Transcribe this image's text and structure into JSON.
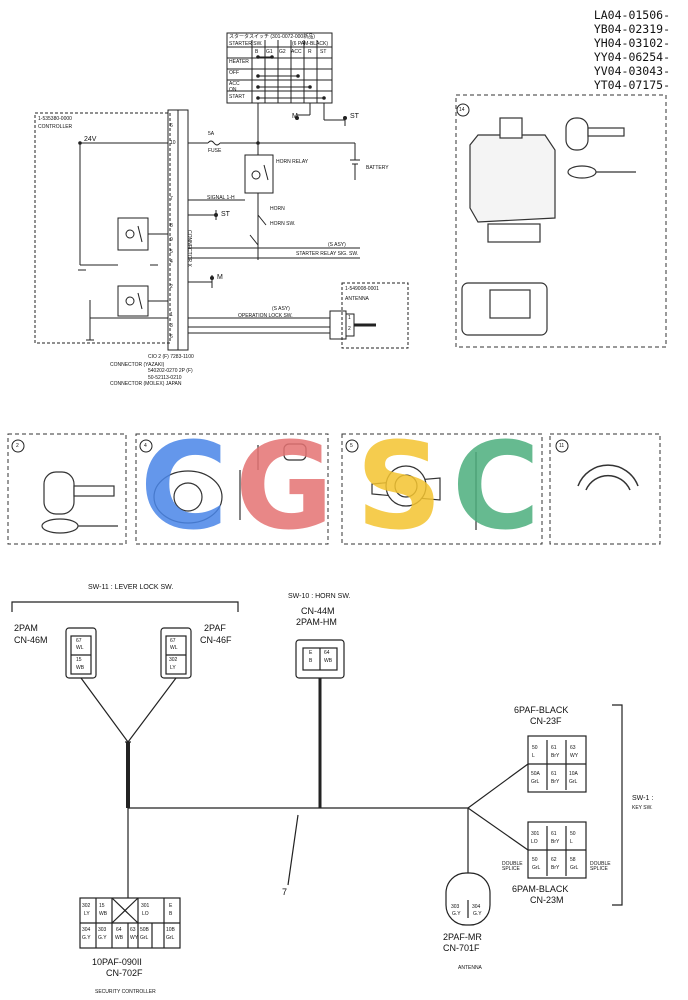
{
  "model_codes": [
    "LA04-01506-",
    "YB04-02319-",
    "YH04-03102-",
    "YY04-06254-",
    "YV04-03043-",
    "YT04-07175-"
  ],
  "watermark": {
    "letters": [
      "C",
      "G",
      "S",
      "C"
    ],
    "colors": [
      "#4a86e8",
      "#e57373",
      "#f4c430",
      "#4caf7d"
    ]
  },
  "schematic": {
    "starter_sw": {
      "part_no": "スタータスイッチ (301-0072-000新品)",
      "sub_left": "STARTER SW.",
      "sub_right": "(6 PAM-BLACK)",
      "columns": [
        "B",
        "G1",
        "G2",
        "ACC",
        "R",
        "ST"
      ],
      "rows": [
        "HEATER",
        "OFF",
        "ACC",
        "ON",
        "START"
      ]
    },
    "controller": {
      "part_no": "1-535380-0000",
      "label": "CONTROLLER"
    },
    "voltage": "24V",
    "fuse": {
      "rating": "5A",
      "label": "FUSE"
    },
    "horn_relay": "HORN RELAY",
    "battery": "BATTERY",
    "horn": "HORN",
    "horn_sw": "HORN SW.",
    "signal": "SIGNAL 1-H",
    "connector": "CONNECTOR X",
    "starter_relay_label": "STARTER RELAY SIG. SW.",
    "s_asy": "(S ASY)",
    "operation_lock": "OPERATION LOCK SW.",
    "antenna": {
      "part_no": "1-549008-0001",
      "label": "ANTENNA",
      "pins": [
        "1",
        "2"
      ]
    },
    "controller_pins_left": [
      "6",
      "10",
      "7",
      "8",
      "9",
      "5",
      "4",
      "2",
      "1",
      "3",
      "6"
    ],
    "terminals": {
      "M": "M",
      "ST": "ST"
    },
    "connector_notes": [
      "CIO 2 (F)  7283-1100",
      "CONNECTOR (YAZAKI)",
      "540202-0270  2P (F)",
      "50-52113-0210",
      "CONNECTOR (MOLEX) JAPAN"
    ]
  },
  "panels": {
    "p14": "14",
    "p2": "2",
    "p4": "4",
    "p5": "5",
    "p11": "11"
  },
  "harness": {
    "sw11_label": "SW-11 : LEVER LOCK SW.",
    "sw10_label": "SW-10 : HORN SW.",
    "sw1_label": "SW-1 :",
    "key_sw": "KEY SW.",
    "cn46m": {
      "type": "2PAM",
      "id": "CN-46M",
      "cells": [
        [
          "67",
          "WL"
        ],
        [
          "15",
          "WB"
        ]
      ]
    },
    "cn46f": {
      "type": "2PAF",
      "id": "CN-46F",
      "cells": [
        [
          "67",
          "WL"
        ],
        [
          "302",
          "LY"
        ]
      ]
    },
    "cn44m": {
      "type": "2PAM-HM",
      "id": "CN-44M",
      "cells": [
        [
          "E",
          "B"
        ],
        [
          "64",
          "WB"
        ]
      ]
    },
    "cn23f": {
      "type": "6PAF-BLACK",
      "id": "CN-23F",
      "cells": [
        [
          "50",
          "L"
        ],
        [
          "61",
          "BrY"
        ],
        [
          "63",
          "WY"
        ],
        [
          "50A",
          "GrL"
        ],
        [
          "61",
          "BrY"
        ],
        [
          "10A",
          "GrL"
        ]
      ]
    },
    "cn23m": {
      "type": "6PAM-BLACK",
      "id": "CN-23M",
      "cells": [
        [
          "301",
          "LO"
        ],
        [
          "61",
          "BrY"
        ],
        [
          "50",
          "L"
        ],
        [
          "50",
          "GrL"
        ],
        [
          "62",
          "BrY"
        ],
        [
          "58",
          "GrL"
        ]
      ]
    },
    "double_splice": "DOUBLE SPLICE",
    "cn701f": {
      "type": "2PAF-MR",
      "id": "CN-701F",
      "label": "ANTENNA",
      "cells": [
        [
          "303",
          "G.Y"
        ],
        [
          "304",
          "G.Y"
        ]
      ]
    },
    "cn702f": {
      "type": "10PAF-090II",
      "id": "CN-702F",
      "label": "SECURITY CONTROLLER",
      "top": [
        [
          "302",
          "LY"
        ],
        [
          "15",
          "WB"
        ],
        [
          "",
          ""
        ],
        [
          "301",
          "LO"
        ],
        [
          "E",
          "B"
        ]
      ],
      "bottom": [
        [
          "304",
          "G.Y"
        ],
        [
          "303",
          "G.Y"
        ],
        [
          "64",
          "WB"
        ],
        [
          "63",
          "WY"
        ],
        [
          "50B",
          "GrL"
        ],
        [
          "10B",
          "GrL"
        ]
      ]
    },
    "callout_7": "7"
  }
}
